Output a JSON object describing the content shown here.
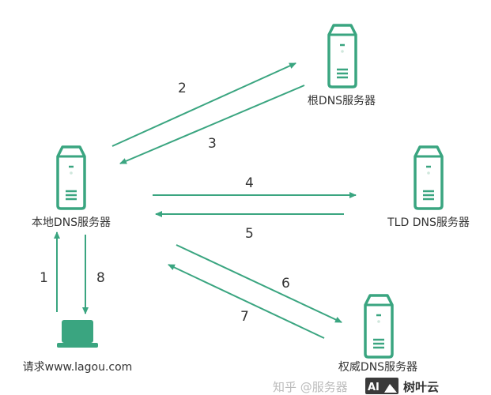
{
  "colors": {
    "accent": "#3aa580",
    "text": "#333333"
  },
  "nodes": {
    "root": {
      "label": "根DNS服务器",
      "icon": "server-icon"
    },
    "local": {
      "label": "本地DNS服务器",
      "icon": "server-icon"
    },
    "tld": {
      "label": "TLD DNS服务器",
      "icon": "server-icon"
    },
    "auth": {
      "label": "权威DNS服务器",
      "icon": "server-icon"
    },
    "client": {
      "label": "请求www.lagou.com",
      "icon": "laptop-icon"
    }
  },
  "steps": [
    "1",
    "2",
    "3",
    "4",
    "5",
    "6",
    "7",
    "8"
  ],
  "watermark": {
    "text": "知乎 @服务器",
    "logo": "AI",
    "brand": "树叶云"
  }
}
